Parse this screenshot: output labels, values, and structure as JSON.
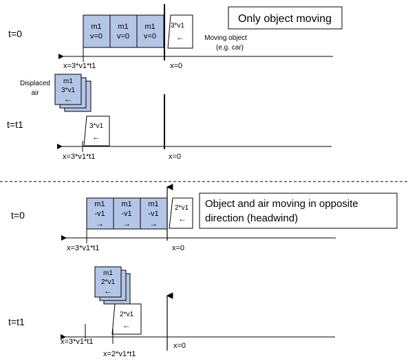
{
  "colors": {
    "block_fill": "#b4c6e7",
    "block_stroke": "#000000",
    "line": "#000000",
    "dash": "#000000",
    "background": "#ffffff"
  },
  "section1": {
    "title": "Only object moving",
    "t0_label": "t=0",
    "t1_label": "t=t1",
    "blocks": [
      {
        "mass": "m1",
        "velocity": "v=0"
      },
      {
        "mass": "m1",
        "velocity": "v=0"
      },
      {
        "mass": "m1",
        "velocity": "v=0"
      }
    ],
    "object_velocity": "3*v1",
    "object_arrow": "←",
    "moving_object_line1": "Moving object",
    "moving_object_line2": "(e.g. car)",
    "t0_x_left": "x=3*v1*t1",
    "t0_x_zero": "x=0",
    "displaced_line1": "Displaced",
    "displaced_line2": "air",
    "displaced_block": {
      "mass": "m1",
      "velocity": "3*v1",
      "arrow": "←"
    },
    "t1_object_velocity": "3*v1",
    "t1_object_arrow": "←",
    "t1_x_left": "x=3*v1*t1",
    "t1_x_zero": "x=0"
  },
  "section2": {
    "title_line1": "Object and air moving in opposite",
    "title_line2": "direction (headwind)",
    "t0_label": "t=0",
    "t1_label": "t=t1",
    "blocks": [
      {
        "mass": "m1",
        "velocity": "-v1",
        "arrow": "→"
      },
      {
        "mass": "m1",
        "velocity": "-v1",
        "arrow": "→"
      },
      {
        "mass": "m1",
        "velocity": "-v1",
        "arrow": "→"
      }
    ],
    "object_velocity": "2*v1",
    "object_arrow": "←",
    "t0_x_left": "x=3*v1*t1",
    "t0_x_zero": "x=0",
    "displaced_block": {
      "mass": "m1",
      "velocity": "2*v1",
      "arrow": "←"
    },
    "t1_object_velocity": "2*v1",
    "t1_object_arrow": "←",
    "t1_x_left": "x=3*v1*t1",
    "t1_x_mid": "x=2*v1*t1",
    "t1_x_zero": "x=0"
  }
}
